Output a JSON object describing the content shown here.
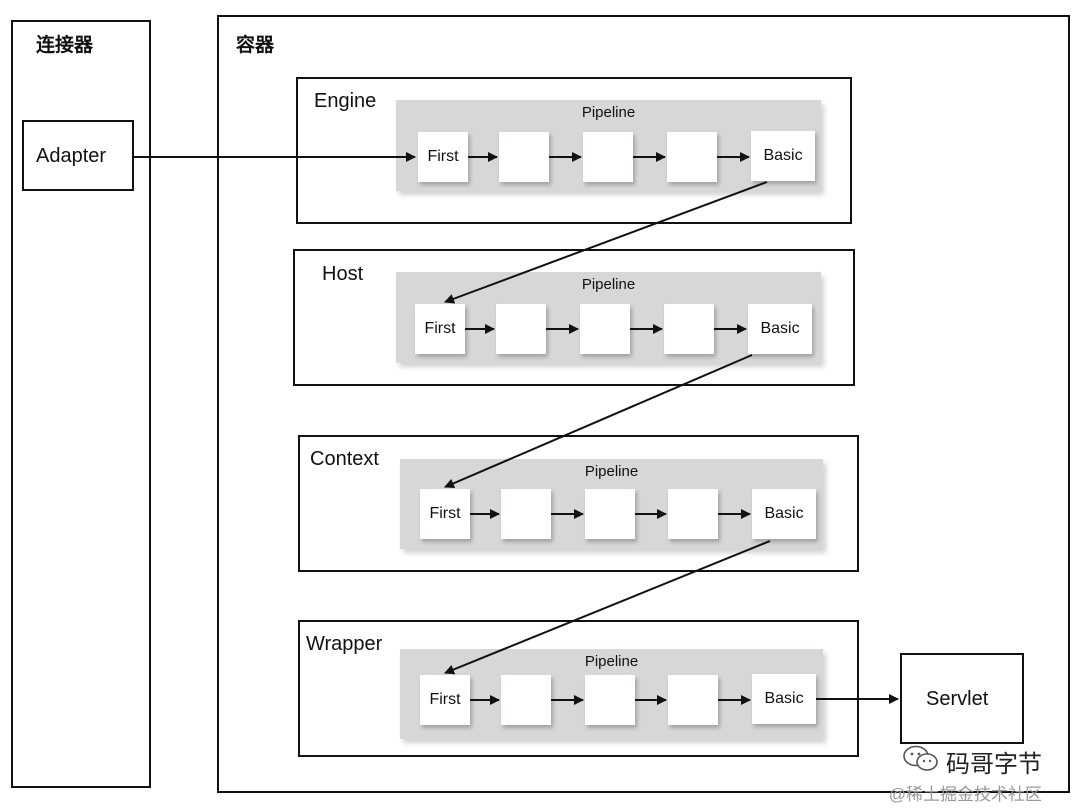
{
  "connector": {
    "title": "连接器",
    "adapter": "Adapter"
  },
  "container": {
    "title": "容器",
    "levels": [
      {
        "name": "Engine",
        "pipeline": "Pipeline",
        "first": "First",
        "basic": "Basic"
      },
      {
        "name": "Host",
        "pipeline": "Pipeline",
        "first": "First",
        "basic": "Basic"
      },
      {
        "name": "Context",
        "pipeline": "Pipeline",
        "first": "First",
        "basic": "Basic"
      },
      {
        "name": "Wrapper",
        "pipeline": "Pipeline",
        "first": "First",
        "basic": "Basic"
      }
    ]
  },
  "servlet": "Servlet",
  "watermark": {
    "main": "码哥字节",
    "sub": "@稀土掘金技术社区"
  },
  "colors": {
    "pipeline_bg": "#d8d6d6",
    "stroke": "#111111"
  }
}
